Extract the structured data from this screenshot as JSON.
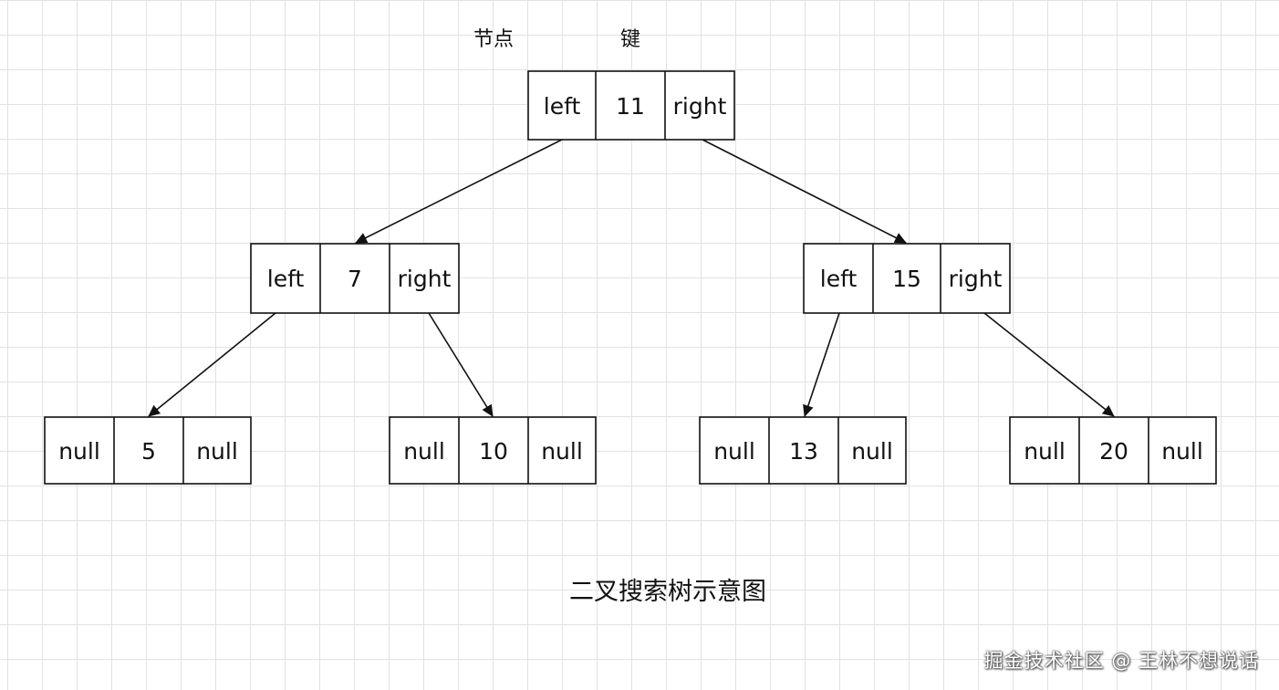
{
  "labels": {
    "node": "节点",
    "key": "键"
  },
  "tree": {
    "root": {
      "key": "11",
      "left": "left",
      "right": "right"
    },
    "n7": {
      "key": "7",
      "left": "left",
      "right": "right"
    },
    "n15": {
      "key": "15",
      "left": "left",
      "right": "right"
    },
    "n5": {
      "key": "5",
      "left": "null",
      "right": "null"
    },
    "n10": {
      "key": "10",
      "left": "null",
      "right": "null"
    },
    "n13": {
      "key": "13",
      "left": "null",
      "right": "null"
    },
    "n20": {
      "key": "20",
      "left": "null",
      "right": "null"
    }
  },
  "caption": "二叉搜索树示意图",
  "watermark": "掘金技术社区 @ 王林不想说话",
  "colors": {
    "stroke": "#111111",
    "grid": "#e2e2e2"
  }
}
